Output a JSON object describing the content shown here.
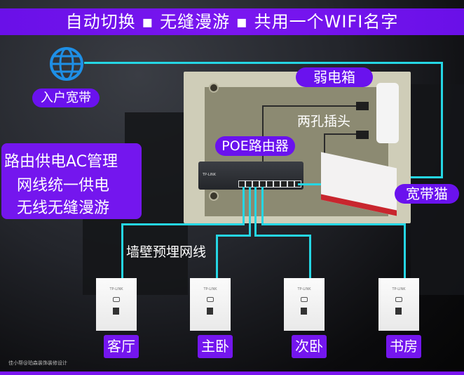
{
  "banner": {
    "title": "自动切换 ▪ 无缝漫游 ▪ 共用一个WIFI名字"
  },
  "internet": {
    "icon": "globe-icon",
    "label": "入户宽带"
  },
  "features": {
    "lines": [
      "路由供电AC管理",
      "网线统一供电",
      "无线无缝漫游"
    ]
  },
  "cabinet": {
    "label": "弱电箱",
    "plug_label": "两孔插头",
    "router_label": "POE路由器",
    "router_brand": "TP-LINK",
    "modem_label": "宽带猫"
  },
  "wiring": {
    "label": "墙壁预埋网线"
  },
  "panels": [
    {
      "brand": "TP-LINK",
      "room": "客厅"
    },
    {
      "brand": "TP-LINK",
      "room": "主卧"
    },
    {
      "brand": "TP-LINK",
      "room": "次卧"
    },
    {
      "brand": "TP-LINK",
      "room": "书房"
    }
  ],
  "watermark": "佳小帮@珀森装饰装修设计",
  "colors": {
    "accent": "#7416ee",
    "wire": "#25d6e4"
  }
}
